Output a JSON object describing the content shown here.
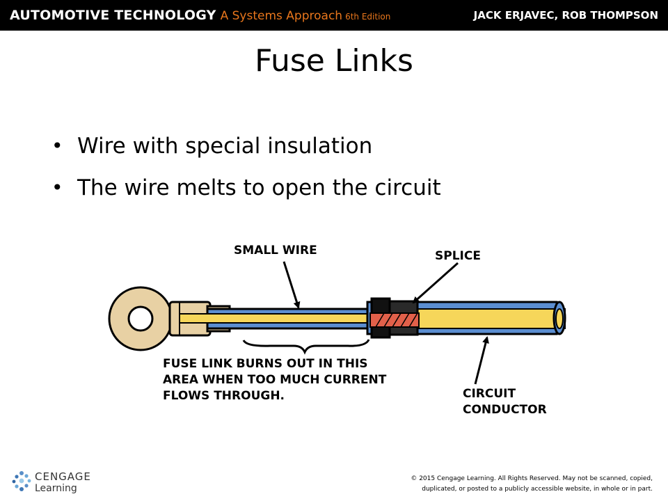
{
  "banner": {
    "book_title": "AUTOMOTIVE TECHNOLOGY",
    "book_subtitle": "A Systems Approach",
    "edition": "6th Edition",
    "authors": "JACK ERJAVEC, ROB THOMPSON",
    "accent_color": "#e8761c"
  },
  "slide": {
    "title": "Fuse Links",
    "bullets": [
      "Wire with special insulation",
      "The wire melts to open the circuit"
    ]
  },
  "diagram": {
    "label_small_wire": "SMALL WIRE",
    "label_splice": "SPLICE",
    "label_burn_line1": "FUSE LINK BURNS OUT IN THIS",
    "label_burn_line2": "AREA WHEN TOO MUCH CURRENT",
    "label_burn_line3": "FLOWS THROUGH.",
    "label_conductor_line1": "CIRCUIT",
    "label_conductor_line2": "CONDUCTOR",
    "colors": {
      "insulation": "#5b8ed1",
      "conductor": "#f6d65a",
      "terminal": "#e8d1a4",
      "splice": "#e2604a"
    }
  },
  "footer": {
    "logo_line1": "CENGAGE",
    "logo_line2": "Learning",
    "copyright_line1": "© 2015 Cengage Learning. All Rights Reserved. May not be scanned, copied,",
    "copyright_line2": "duplicated, or posted to a publicly accessible website, in whole or in part."
  }
}
